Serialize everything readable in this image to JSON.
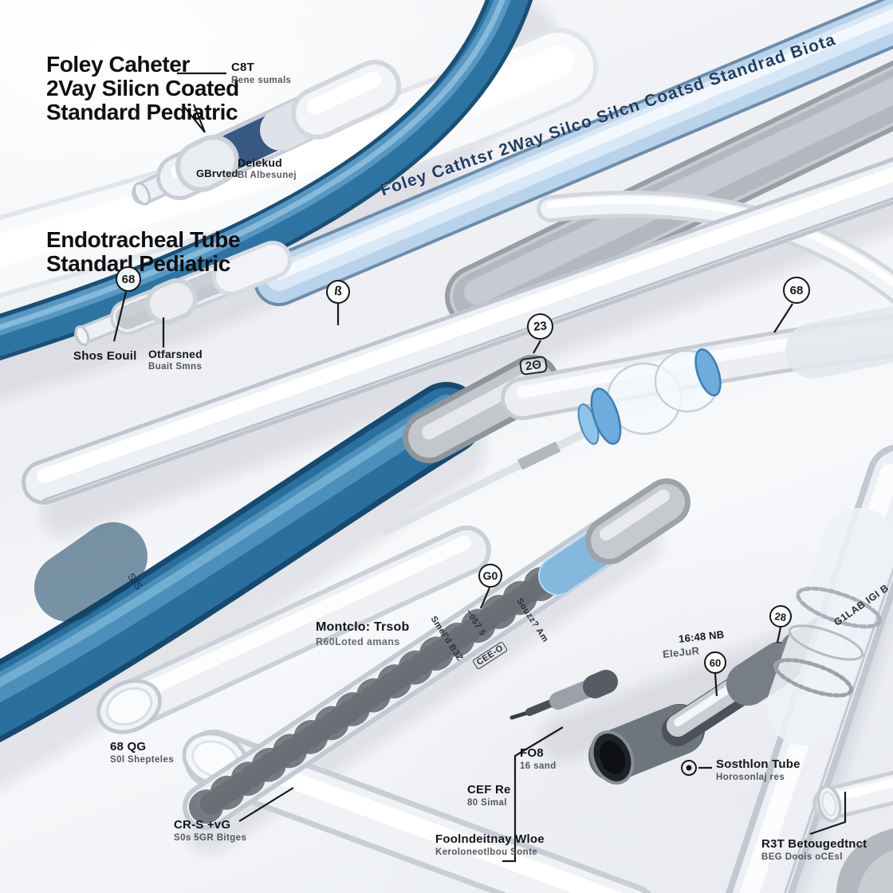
{
  "titles": {
    "foley": [
      "Foley Caheter",
      "2Vay Silicn Coated",
      "Standard Pediatric"
    ],
    "endo": [
      "Endotracheal Tube",
      "Standarl Pediatric"
    ]
  },
  "labels": {
    "c8t": {
      "main": "C8T",
      "sub": "Rene sumals"
    },
    "gbrved": {
      "main": "GBrvted"
    },
    "deiekud": {
      "main": "Deiekud",
      "sub": "BI Albesunej"
    },
    "shos": {
      "main": "Shos Eouil"
    },
    "otfarsned": {
      "main": "Otfarsned",
      "sub": "Buait Smns"
    },
    "montclo": {
      "main": "Montclo: Trsob",
      "sub": "R60Loted amans"
    },
    "qg68": {
      "main": "68 QG",
      "sub": "S0l Shepteles"
    },
    "crs": {
      "main": "CR-S +vG",
      "sub": "S0s 5GR Bitges"
    },
    "fo8": {
      "main": "FO8",
      "sub": "16 sand"
    },
    "cefre": {
      "main": "CEF Re",
      "sub": "80 Simal"
    },
    "foolndeitnay": {
      "main": "Foolndeitnay Wloe",
      "sub": "Keroloneotlbou Sonte"
    },
    "sosthlon": {
      "main": "Sosthlon Tube",
      "sub": "Horosonlaj res"
    },
    "r3t": {
      "main": "R3T Betougedtnct",
      "sub": "BEG Doois oCEsl"
    },
    "nb1648": {
      "main": "16:48 NB",
      "sub": "EIeJuR"
    }
  },
  "badges": {
    "endo68": "68",
    "ss": "ß",
    "b23": "23",
    "right68": "68",
    "g0": "G0",
    "b28": "28",
    "b60": "60",
    "print2t": "2Θ"
  },
  "tube_prints": {
    "foley_tube": "Foley Cathtsr 2Way Silco Silcn Coatsd Standrad Biota",
    "g1lab": "G1LAB IGI B",
    "blue_mark": "S!S",
    "grad1": "~057 5",
    "grad2": "Smel'd B3Z",
    "grad3": "Souzz? Am",
    "grad4": "CEE-O"
  },
  "colors": {
    "tube_blue": "#2a6f9e",
    "tube_blue_dark": "#164a70",
    "tube_light_blue": "#b9d3ea",
    "flange_blue": "#6fabdc",
    "chrome_dark": "#454a51",
    "print_navy": "#223d63",
    "background": "#f1f3f6",
    "annotation_ink": "#17191c"
  }
}
